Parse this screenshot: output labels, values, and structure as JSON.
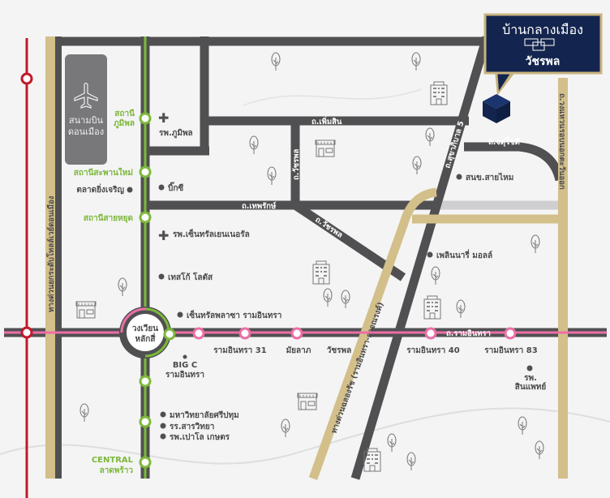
{
  "project": {
    "name_line1": "บ้านกลางเมือง",
    "name_line2": "วัชรพล",
    "colors": {
      "box": "#13254e",
      "border": "#c9b37e",
      "cube": "#14295a"
    }
  },
  "colors": {
    "road": "#505052",
    "expressway": "#d3bf8a",
    "green_line": "#7cb83a",
    "pink_line": "#ec6ea6",
    "red_line": "#c2182b",
    "airport": "#78787b"
  },
  "airport": {
    "label_line1": "สนามบิน",
    "label_line2": "ดอนเมือง",
    "icon": "airplane-icon"
  },
  "green_stations": {
    "bhumibol_1": "สถานี",
    "bhumibol_2": "ภูมิพล",
    "saphan_mai": "สถานีสะพานใหม่",
    "sai_yud": "สถานีสายหยุด",
    "central_1": "CENTRAL",
    "central_2": "ลาดพร้าว"
  },
  "roundabout": {
    "line1": "วงเวียน",
    "line2": "หลักสี่"
  },
  "pink_stations": [
    "รามอินทรา 31",
    "มัยลาภ",
    "วัชรพล",
    "รามอินทรา 40",
    "รามอินทรา 83"
  ],
  "roads": {
    "phermsin": "ถ.เพิ่มสิน",
    "watcharaphon_v": "ถ.วัชรพล",
    "thepharak": "ถ.เทพรักษ์",
    "watcharaphon_d": "ถ.วัชรพล",
    "sukhaphiban5": "ถ.สุขาภิบาล 5",
    "chatuchot": "ถ.จตุโชติ",
    "ramintra": "ถ.รามอินทรา",
    "outer_ring": "ถ.วงแหวนรอบนอกตะวันออก",
    "tollway": "ทางด่วนยกระดับโทลล์เวย์ดอนเมือง",
    "chalong_rat": "ทางด่วนฉลองรัช (รามอินทรา-อาจณรงค์)"
  },
  "places": {
    "bhumibol_hospital": "รพ.ภูมิพล",
    "talad_ying_charoen": "ตลาดยิ่งเจริญ",
    "big_c": "บิ๊กซี",
    "central_general_hospital": "รพ.เซ็นทรัลเยนเนอรัล",
    "tesco_lotus": "เทสโก้ โลตัส",
    "central_plaza": "เซ็นทรัลพลาซา รามอินทรา",
    "big_c_ramintra_1": "BIG C",
    "big_c_ramintra_2": "รามอินทรา",
    "sripatum_univ": "มหาวิทยาลัยศรีปทุม",
    "sarawittaya": "รร.สารวิทยา",
    "paolo_kaset": "รพ.เปาโล เกษตร",
    "sai_mai_district": "สนข.สายไหม",
    "plearnary_mall": "เพลินนารี่ มอลล์",
    "sinphaet_1": "รพ.",
    "sinphaet_2": "สินแพทย์"
  }
}
